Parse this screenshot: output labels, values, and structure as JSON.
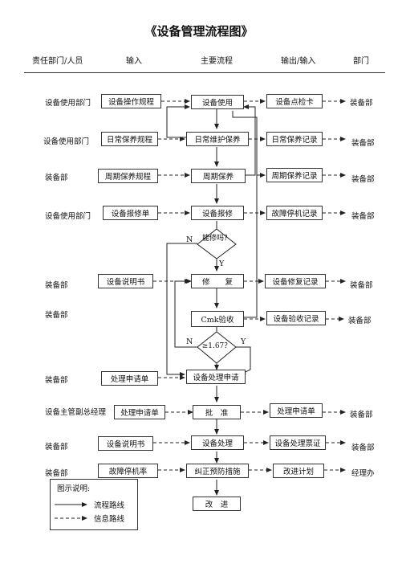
{
  "title": "《设备管理流程图》",
  "headers": {
    "dept": "责任部门/人员",
    "input": "输入",
    "flow": "主要流程",
    "io": "输出/输入",
    "dept2": "部门"
  },
  "rows": [
    {
      "left": "设备使用部门",
      "input": "设备操作规程",
      "flow": "设备使用",
      "output": "设备点检卡",
      "right": "装备部"
    },
    {
      "left": "设备使用部门",
      "input": "日常保养规程",
      "flow": "日常维护保养",
      "output": "日常保养记录",
      "right": "装备部"
    },
    {
      "left": "装备部",
      "input": "周期保养规程",
      "flow": "周期保养",
      "output": "周期保养记录",
      "right": "装备部"
    },
    {
      "left": "设备使用部门",
      "input": "设备报修单",
      "flow": "设备报修",
      "output": "故障停机记录",
      "right": "装备部"
    },
    {
      "left": "装备部",
      "input": "设备说明书",
      "flow": "修　　复",
      "output": "设备修复记录",
      "right": "装备部"
    },
    {
      "left": "装备部",
      "input": "",
      "flow": "Cmk验收",
      "output": "设备验收记录",
      "right": "装备部"
    },
    {
      "left": "装备部",
      "input": "处理申请单",
      "flow": "设备处理申请",
      "output": "",
      "right": ""
    },
    {
      "left": "设备主管副总经理",
      "input": "处理申请单",
      "flow": "批　准",
      "output": "处理申请单",
      "right": "装备部"
    },
    {
      "left": "装备部",
      "input": "设备说明书",
      "flow": "设备处理",
      "output": "设备处理票证",
      "right": "装备部"
    },
    {
      "left": "装备部",
      "input": "故障停机率",
      "flow": "纠正预防措施",
      "output": "改进计划",
      "right": "经理办"
    }
  ],
  "decisions": {
    "repair": {
      "text": "能修吗？",
      "no": "N",
      "yes": "Y"
    },
    "cmk": {
      "text": "≥1.67？",
      "no": "N",
      "yes": "Y"
    }
  },
  "final": "改　进",
  "legend": {
    "title": "图示说明:",
    "flow_line": "流程路线",
    "info_line": "信息路线"
  }
}
